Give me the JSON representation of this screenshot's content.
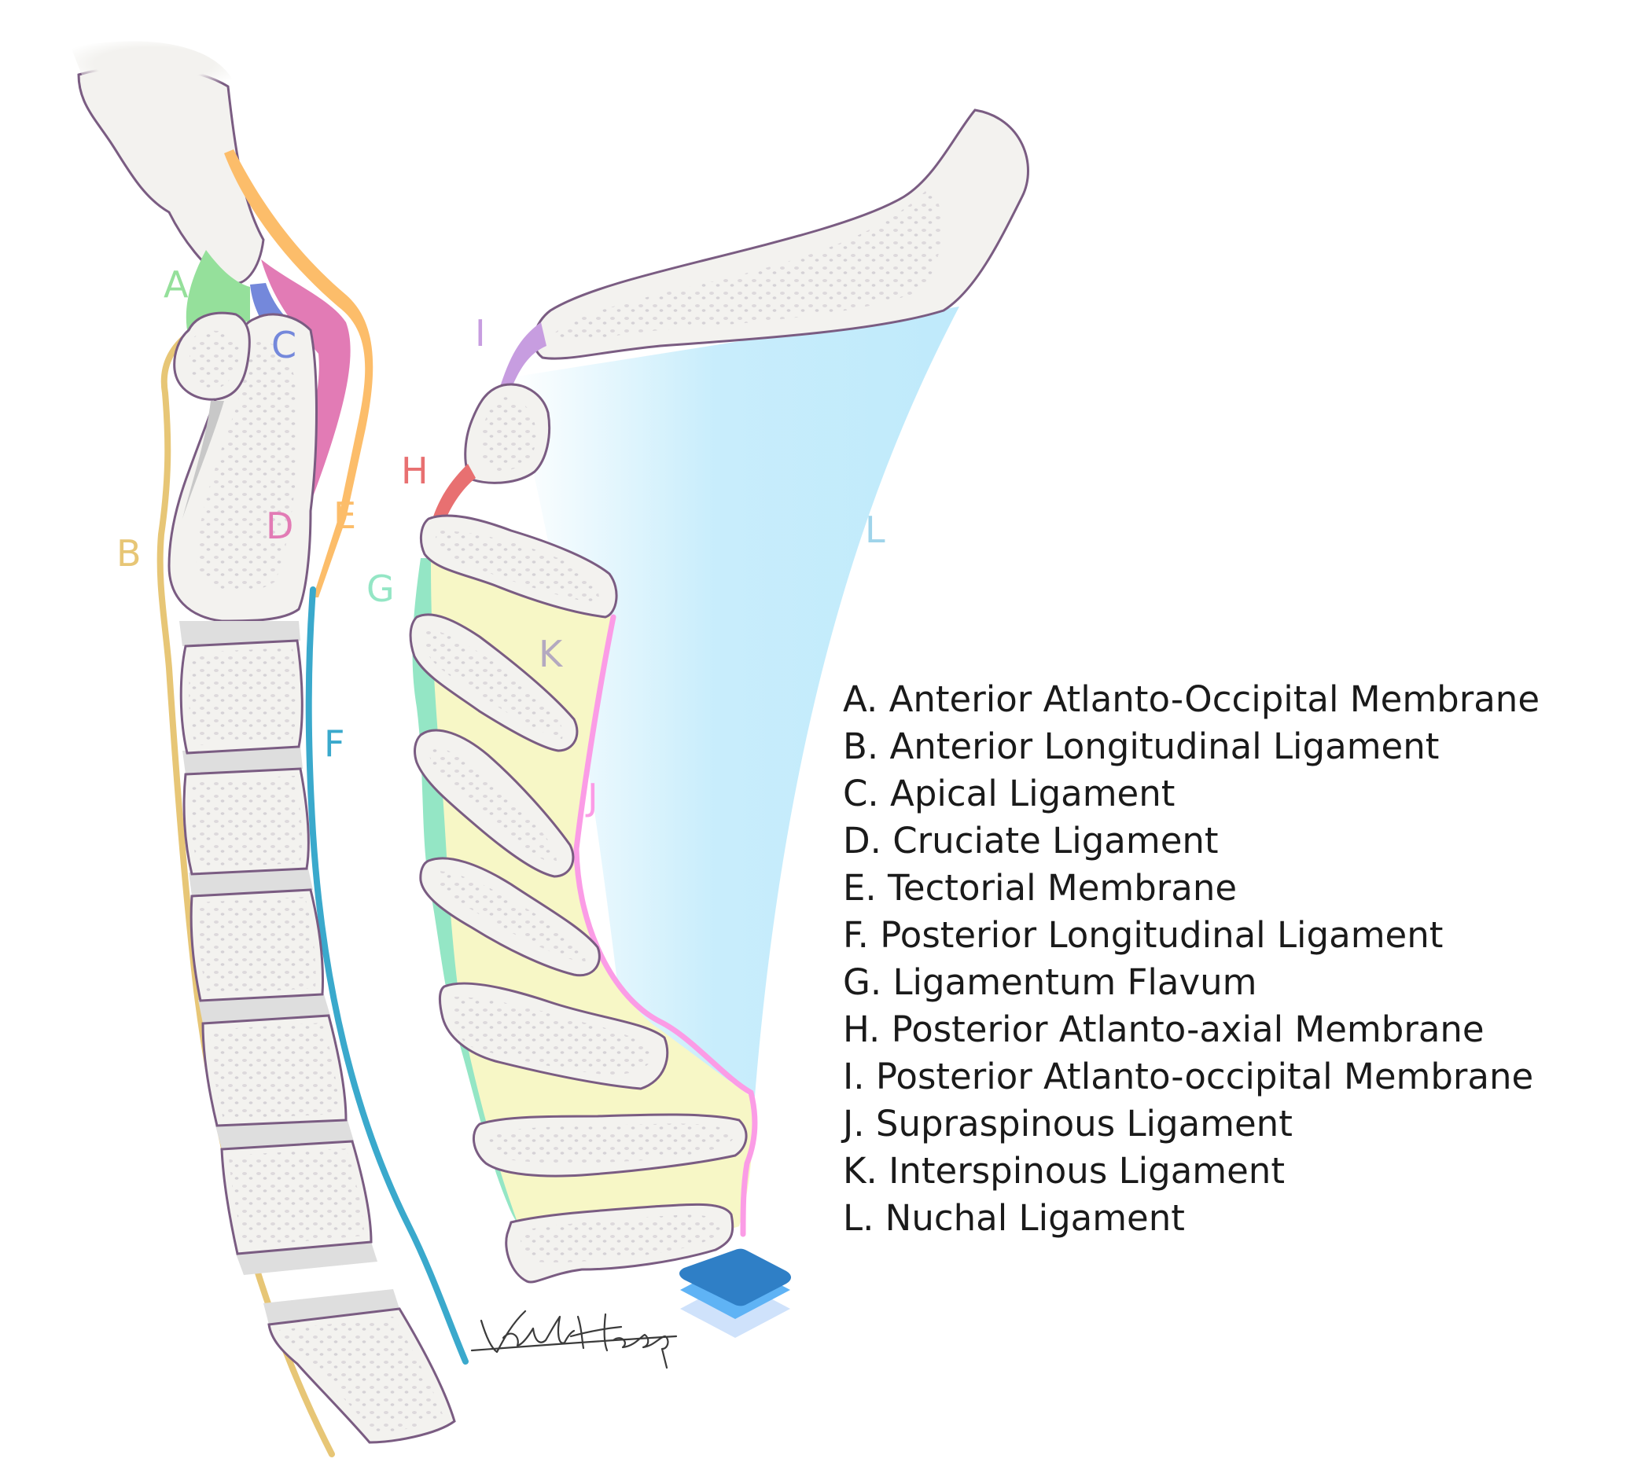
{
  "colors": {
    "bone_fill": "#f3f2ef",
    "bone_outline": "#7a5c82",
    "disc": "#dedede",
    "A": "#95e09b",
    "B": "#e7c676",
    "C": "#7488db",
    "D": "#e27bb5",
    "E": "#fcbd6a",
    "F": "#3aa9cc",
    "G": "#94e6c5",
    "H": "#e87071",
    "I": "#c79de0",
    "J": "#fb9ce6",
    "K": "#f7f7c6",
    "L": "#bfeafb",
    "logo_top": "#2f7fc6",
    "logo_mid": "#5fb3f5",
    "logo_bottom": "#cfe2fb"
  },
  "diagram_letters": [
    {
      "id": "A",
      "text": "A",
      "color": "#95e09b"
    },
    {
      "id": "B",
      "text": "B",
      "color": "#e7c676"
    },
    {
      "id": "C",
      "text": "C",
      "color": "#7488db"
    },
    {
      "id": "D",
      "text": "D",
      "color": "#e27bb5"
    },
    {
      "id": "E",
      "text": "E",
      "color": "#fcbd6a"
    },
    {
      "id": "F",
      "text": "F",
      "color": "#3aa9cc"
    },
    {
      "id": "G",
      "text": "G",
      "color": "#94e6c5"
    },
    {
      "id": "H",
      "text": "H",
      "color": "#e87071"
    },
    {
      "id": "I",
      "text": "I",
      "color": "#c79de0"
    },
    {
      "id": "J",
      "text": "J",
      "color": "#fb9ce6"
    },
    {
      "id": "K",
      "text": "K",
      "color": "#b4a9c0"
    },
    {
      "id": "L",
      "text": "L",
      "color": "#9fd4ea"
    }
  ],
  "legend": [
    "A. Anterior Atlanto-Occipital Membrane",
    "B. Anterior Longitudinal Ligament",
    "C. Apical Ligament",
    "D. Cruciate Ligament",
    "E. Tectorial Membrane",
    "F. Posterior Longitudinal Ligament",
    "G. Ligamentum Flavum",
    "H. Posterior Atlanto-axial Membrane",
    "I. Posterior Atlanto-occipital Membrane",
    "J. Supraspinous Ligament",
    "K. Interspinous Ligament",
    "L. Nuchal Ligament"
  ],
  "signature_text": "Valerie Heep",
  "logo_icon": "stacked-layers-icon"
}
